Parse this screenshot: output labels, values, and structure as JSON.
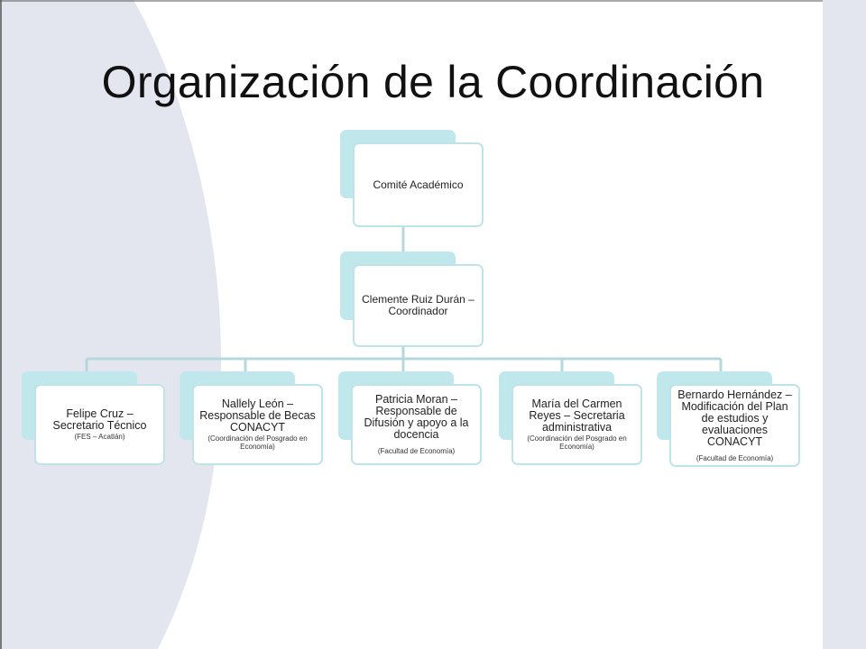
{
  "slide": {
    "title": "Organización de la Coordinación"
  },
  "org_chart": {
    "root": {
      "title": "Comité Académico"
    },
    "coordinator": {
      "title": "Clemente  Ruiz Durán – Coordinador"
    },
    "members": [
      {
        "title": "Felipe Cruz – Secretario Técnico",
        "affiliation": "(FES – Acatlán)"
      },
      {
        "title": "Nallely León  – Responsable de Becas CONACYT",
        "affiliation": "(Coordinación del Posgrado en Economía)"
      },
      {
        "title": "Patricia Moran – Responsable de Difusión y apoyo a la docencia",
        "affiliation": "(Facultad de Economía)"
      },
      {
        "title": "María  del Carmen Reyes – Secretaria administrativa",
        "affiliation": "(Coordinación del Posgrado en Economía)"
      },
      {
        "title": "Bernardo Hernández – Modificación del Plan de estudios y evaluaciones CONACYT",
        "affiliation": "(Facultad de Economía)"
      }
    ],
    "colors": {
      "tab": "#bfe7ec",
      "card_border": "#bfe4e8",
      "connector": "#b5d8dd",
      "background_shape": "#e4e6ef"
    }
  }
}
